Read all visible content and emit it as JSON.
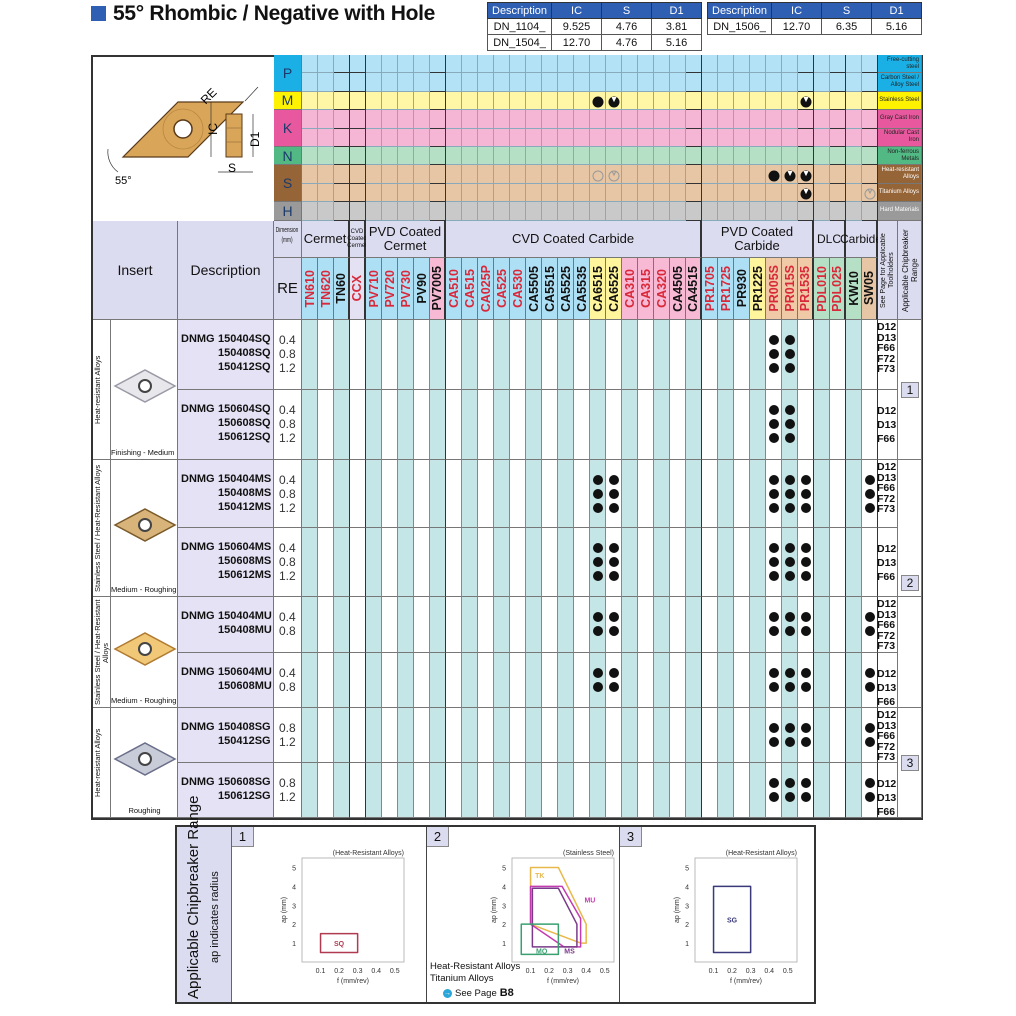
{
  "title": "55° Rhombic / Negative with Hole",
  "spec_tables": [
    {
      "headers": [
        "Description",
        "IC",
        "S",
        "D1"
      ],
      "rows": [
        [
          "DN_1104_",
          "9.525",
          "4.76",
          "3.81"
        ],
        [
          "DN_1504_",
          "12.70",
          "4.76",
          "5.16"
        ]
      ]
    },
    {
      "headers": [
        "Description",
        "IC",
        "S",
        "D1"
      ],
      "rows": [
        [
          "DN_1506_",
          "12.70",
          "6.35",
          "5.16"
        ]
      ]
    }
  ],
  "diagram": {
    "labels": {
      "re": "RE",
      "ic": "IC",
      "d1": "D1",
      "s": "S",
      "angle": "55°"
    }
  },
  "materials": [
    {
      "letter": "P",
      "color": "#1ab0e6",
      "row_color": "#b3e1f6",
      "rows": [
        {
          "label": "Free-cutting steel",
          "marks": []
        },
        {
          "label": "Carbon Steel / Alloy Steel",
          "marks": []
        }
      ]
    },
    {
      "letter": "M",
      "color": "#fff200",
      "row_color": "#fff6a6",
      "rows": [
        {
          "label": "Stainless Steel",
          "marks": [
            {
              "grade": "CA6515",
              "sym": "first"
            },
            {
              "grade": "CA6525",
              "sym": "second"
            },
            {
              "grade": "PR1535",
              "sym": "second"
            }
          ]
        }
      ]
    },
    {
      "letter": "K",
      "color": "#e8589e",
      "row_color": "#f5b6d6",
      "rows": [
        {
          "label": "Gray Cast Iron",
          "marks": []
        },
        {
          "label": "Nodular Cast Iron",
          "marks": []
        }
      ]
    },
    {
      "letter": "N",
      "color": "#52b884",
      "row_color": "#b5e0c6",
      "rows": [
        {
          "label": "Non-ferrous Metals",
          "marks": []
        }
      ]
    },
    {
      "letter": "S",
      "color": "#956437",
      "row_color": "#e6c6a4",
      "rows": [
        {
          "label": "Heat-resistant Alloys",
          "marks": [
            {
              "grade": "CA6515",
              "sym": "third"
            },
            {
              "grade": "CA6525",
              "sym": "fourth"
            },
            {
              "grade": "PR005S",
              "sym": "first"
            },
            {
              "grade": "PR015S",
              "sym": "second"
            },
            {
              "grade": "PR1535",
              "sym": "second"
            }
          ]
        },
        {
          "label": "Titanium Alloys",
          "marks": [
            {
              "grade": "PR1535",
              "sym": "second"
            },
            {
              "grade": "SW05",
              "sym": "fourth"
            }
          ]
        }
      ]
    },
    {
      "letter": "H",
      "color": "#9a9a9a",
      "row_color": "#c9c9c9",
      "rows": [
        {
          "label": "Hard Materials",
          "marks": []
        }
      ]
    }
  ],
  "header": {
    "insert": "Insert",
    "description": "Description",
    "dimension": "Dimension (mm)",
    "re": "RE",
    "toolholders": "See Page for Applicable Toolholders",
    "chipbreaker_range": "Applicable Chipbreaker Range"
  },
  "grade_groups": [
    {
      "label": "Cermet",
      "grades": [
        {
          "name": "TN610",
          "bg": "#aee0f5",
          "fg": "#d8283a"
        },
        {
          "name": "TN620",
          "bg": "#aee0f5",
          "fg": "#d8283a"
        },
        {
          "name": "TN60",
          "bg": "#aee0f5",
          "fg": "#111"
        }
      ]
    },
    {
      "label": "CVD Coated Cermet",
      "grades": [
        {
          "name": "CCX",
          "bg": "#e4e2f2",
          "fg": "#d8283a"
        }
      ]
    },
    {
      "label": "PVD Coated Cermet",
      "grades": [
        {
          "name": "PV710",
          "bg": "#aee0f5",
          "fg": "#d8283a"
        },
        {
          "name": "PV720",
          "bg": "#aee0f5",
          "fg": "#d8283a"
        },
        {
          "name": "PV730",
          "bg": "#aee0f5",
          "fg": "#d8283a"
        },
        {
          "name": "PV90",
          "bg": "#aee0f5",
          "fg": "#111"
        },
        {
          "name": "PV7005",
          "bg": "#f7b9d4",
          "fg": "#111"
        }
      ]
    },
    {
      "label": "CVD Coated Carbide",
      "grades": [
        {
          "name": "CA510",
          "bg": "#aee0f5",
          "fg": "#d8283a"
        },
        {
          "name": "CA515",
          "bg": "#aee0f5",
          "fg": "#d8283a"
        },
        {
          "name": "CA025P",
          "bg": "#aee0f5",
          "fg": "#d8283a"
        },
        {
          "name": "CA525",
          "bg": "#aee0f5",
          "fg": "#d8283a"
        },
        {
          "name": "CA530",
          "bg": "#aee0f5",
          "fg": "#d8283a"
        },
        {
          "name": "CA5505",
          "bg": "#aee0f5",
          "fg": "#111"
        },
        {
          "name": "CA5515",
          "bg": "#aee0f5",
          "fg": "#111"
        },
        {
          "name": "CA5525",
          "bg": "#aee0f5",
          "fg": "#111"
        },
        {
          "name": "CA5535",
          "bg": "#aee0f5",
          "fg": "#111"
        },
        {
          "name": "CA6515",
          "bg": "#fff59c",
          "fg": "#111"
        },
        {
          "name": "CA6525",
          "bg": "#fff59c",
          "fg": "#111"
        },
        {
          "name": "CA310",
          "bg": "#f7b9d4",
          "fg": "#d8283a"
        },
        {
          "name": "CA315",
          "bg": "#f7b9d4",
          "fg": "#d8283a"
        },
        {
          "name": "CA320",
          "bg": "#f7b9d4",
          "fg": "#d8283a"
        },
        {
          "name": "CA4505",
          "bg": "#f7b9d4",
          "fg": "#111"
        },
        {
          "name": "CA4515",
          "bg": "#f7b9d4",
          "fg": "#111"
        }
      ]
    },
    {
      "label": "PVD Coated Carbide",
      "grades": [
        {
          "name": "PR1705",
          "bg": "#aee0f5",
          "fg": "#d8283a"
        },
        {
          "name": "PR1725",
          "bg": "#aee0f5",
          "fg": "#d8283a"
        },
        {
          "name": "PR930",
          "bg": "#aee0f5",
          "fg": "#111"
        },
        {
          "name": "PR1225",
          "bg": "#fff59c",
          "fg": "#111"
        },
        {
          "name": "PR005S",
          "bg": "#f0c9a6",
          "fg": "#d8283a"
        },
        {
          "name": "PR015S",
          "bg": "#f0c9a6",
          "fg": "#d8283a"
        },
        {
          "name": "PR1535",
          "bg": "#f0c9a6",
          "fg": "#d8283a"
        }
      ]
    },
    {
      "label": "DLC",
      "grades": [
        {
          "name": "PDL010",
          "bg": "#b5e0c6",
          "fg": "#d8283a"
        },
        {
          "name": "PDL025",
          "bg": "#b5e0c6",
          "fg": "#d8283a"
        }
      ]
    },
    {
      "label": "Carbide",
      "grades": [
        {
          "name": "KW10",
          "bg": "#b5e0c6",
          "fg": "#111"
        },
        {
          "name": "SW05",
          "bg": "#e6c6a4",
          "fg": "#111"
        }
      ]
    }
  ],
  "inserts": [
    {
      "side_label": "Heat-resistant Alloys",
      "caption": "Finishing - Medium",
      "finish": "silver",
      "range_ref": "1",
      "subgroups": [
        {
          "prefix": "DNMG",
          "items": [
            {
              "code": "150404SQ",
              "re": "0.4"
            },
            {
              "code": "150408SQ",
              "re": "0.8"
            },
            {
              "code": "150412SQ",
              "re": "1.2"
            }
          ],
          "dots": [
            "PR005S",
            "PR015S"
          ],
          "holder_pages": [
            "D12",
            "D13",
            "F66",
            "F72",
            "F73"
          ]
        },
        {
          "prefix": "DNMG",
          "items": [
            {
              "code": "150604SQ",
              "re": "0.4"
            },
            {
              "code": "150608SQ",
              "re": "0.8"
            },
            {
              "code": "150612SQ",
              "re": "1.2"
            }
          ],
          "dots": [
            "PR005S",
            "PR015S"
          ],
          "holder_pages": [
            "D12",
            "D13",
            "F66"
          ]
        }
      ]
    },
    {
      "side_label": "Stainless Steel / Heat-Resistant Alloys",
      "caption": "Medium - Roughing",
      "finish": "bronze",
      "range_ref": "2",
      "subgroups": [
        {
          "prefix": "DNMG",
          "items": [
            {
              "code": "150404MS",
              "re": "0.4"
            },
            {
              "code": "150408MS",
              "re": "0.8"
            },
            {
              "code": "150412MS",
              "re": "1.2"
            }
          ],
          "dots": [
            "CA6515",
            "CA6525",
            "PR005S",
            "PR015S",
            "PR1535",
            "SW05"
          ],
          "holder_pages": [
            "D12",
            "D13",
            "F66",
            "F72",
            "F73"
          ]
        },
        {
          "prefix": "DNMG",
          "items": [
            {
              "code": "150604MS",
              "re": "0.4"
            },
            {
              "code": "150608MS",
              "re": "0.8"
            },
            {
              "code": "150612MS",
              "re": "1.2"
            }
          ],
          "dots": [
            "CA6515",
            "CA6525",
            "PR005S",
            "PR015S",
            "PR1535"
          ],
          "holder_pages": [
            "D12",
            "D13",
            "F66"
          ]
        }
      ]
    },
    {
      "side_label": "Stainless Steel / Heat-Resistant Alloys",
      "caption": "Medium - Roughing",
      "finish": "gold",
      "range_ref": "",
      "subgroups": [
        {
          "prefix": "DNMG",
          "items": [
            {
              "code": "150404MU",
              "re": "0.4"
            },
            {
              "code": "150408MU",
              "re": "0.8"
            }
          ],
          "dots": [
            "CA6515",
            "CA6525",
            "PR005S",
            "PR015S",
            "PR1535",
            "SW05"
          ],
          "holder_pages": [
            "D12",
            "D13",
            "F66",
            "F72",
            "F73"
          ]
        },
        {
          "prefix": "DNMG",
          "items": [
            {
              "code": "150604MU",
              "re": "0.4"
            },
            {
              "code": "150608MU",
              "re": "0.8"
            }
          ],
          "dots": [
            "CA6515",
            "CA6525",
            "PR005S",
            "PR015S",
            "PR1535",
            "SW05"
          ],
          "holder_pages": [
            "D12",
            "D13",
            "F66"
          ]
        }
      ]
    },
    {
      "side_label": "Heat-resistant Alloys",
      "caption": "Roughing",
      "finish": "steel",
      "range_ref": "3",
      "subgroups": [
        {
          "prefix": "DNMG",
          "items": [
            {
              "code": "150408SG",
              "re": "0.8"
            },
            {
              "code": "150412SG",
              "re": "1.2"
            }
          ],
          "dots": [
            "PR005S",
            "PR015S",
            "PR1535",
            "SW05"
          ],
          "holder_pages": [
            "D12",
            "D13",
            "F66",
            "F72",
            "F73"
          ]
        },
        {
          "prefix": "DNMG",
          "items": [
            {
              "code": "150608SG",
              "re": "0.8"
            },
            {
              "code": "150612SG",
              "re": "1.2"
            }
          ],
          "dots": [
            "PR005S",
            "PR015S",
            "PR1535",
            "SW05"
          ],
          "holder_pages": [
            "D12",
            "D13",
            "F66"
          ]
        }
      ]
    }
  ],
  "chipbreaker": {
    "title": "Applicable Chipbreaker Range",
    "subtitle": "ap indicates radius",
    "note_lines": [
      "Heat-Resistant Alloys",
      "Titanium Alloys"
    ],
    "see_page_label": "See Page",
    "see_page": "B8"
  },
  "chart_data": [
    {
      "type": "area",
      "panel": "1",
      "title": "(Heat-Resistant Alloys)",
      "xlabel": "f (mm/rev)",
      "ylabel": "ap (mm)",
      "xticks": [
        "0.1",
        "0.2",
        "0.3",
        "0.4",
        "0.5"
      ],
      "yticks": [
        "1",
        "2",
        "3",
        "4",
        "5"
      ],
      "xlim": [
        0,
        0.55
      ],
      "ylim": [
        0,
        5.5
      ],
      "regions": [
        {
          "name": "SQ",
          "color": "#b03a50",
          "points": [
            [
              0.1,
              0.5
            ],
            [
              0.3,
              0.5
            ],
            [
              0.3,
              1.5
            ],
            [
              0.1,
              1.5
            ]
          ]
        }
      ]
    },
    {
      "type": "area",
      "panel": "2",
      "title": "(Stainless Steel)",
      "xlabel": "f (mm/rev)",
      "ylabel": "ap (mm)",
      "xticks": [
        "0.1",
        "0.2",
        "0.3",
        "0.4",
        "0.5"
      ],
      "yticks": [
        "1",
        "2",
        "3",
        "4",
        "5"
      ],
      "xlim": [
        0,
        0.55
      ],
      "ylim": [
        0,
        5.5
      ],
      "regions": [
        {
          "name": "TK",
          "color": "#e8b84a",
          "points": [
            [
              0.1,
              5
            ],
            [
              0.25,
              5
            ],
            [
              0.4,
              2
            ],
            [
              0.4,
              1
            ],
            [
              0.37,
              1
            ],
            [
              0.1,
              2
            ]
          ]
        },
        {
          "name": "MU",
          "color": "#c43bb0",
          "points": [
            [
              0.1,
              4
            ],
            [
              0.27,
              4
            ],
            [
              0.37,
              2.3
            ],
            [
              0.37,
              0.8
            ],
            [
              0.28,
              0.8
            ],
            [
              0.1,
              2
            ]
          ]
        },
        {
          "name": "MS",
          "color": "#7a3a8a",
          "points": [
            [
              0.11,
              3.9
            ],
            [
              0.25,
              3.9
            ],
            [
              0.35,
              2
            ],
            [
              0.35,
              0.8
            ],
            [
              0.11,
              0.8
            ]
          ]
        },
        {
          "name": "MQ",
          "color": "#3aa070",
          "points": [
            [
              0.05,
              0.4
            ],
            [
              0.25,
              0.4
            ],
            [
              0.25,
              2
            ],
            [
              0.05,
              2
            ]
          ]
        }
      ]
    },
    {
      "type": "area",
      "panel": "3",
      "title": "(Heat-Resistant Alloys)",
      "xlabel": "f (mm/rev)",
      "ylabel": "ap (mm)",
      "xticks": [
        "0.1",
        "0.2",
        "0.3",
        "0.4",
        "0.5"
      ],
      "yticks": [
        "1",
        "2",
        "3",
        "4",
        "5"
      ],
      "xlim": [
        0,
        0.55
      ],
      "ylim": [
        0,
        5.5
      ],
      "regions": [
        {
          "name": "SG",
          "color": "#3a3a7a",
          "points": [
            [
              0.1,
              0.5
            ],
            [
              0.3,
              0.5
            ],
            [
              0.3,
              4
            ],
            [
              0.1,
              4
            ]
          ]
        }
      ]
    }
  ]
}
